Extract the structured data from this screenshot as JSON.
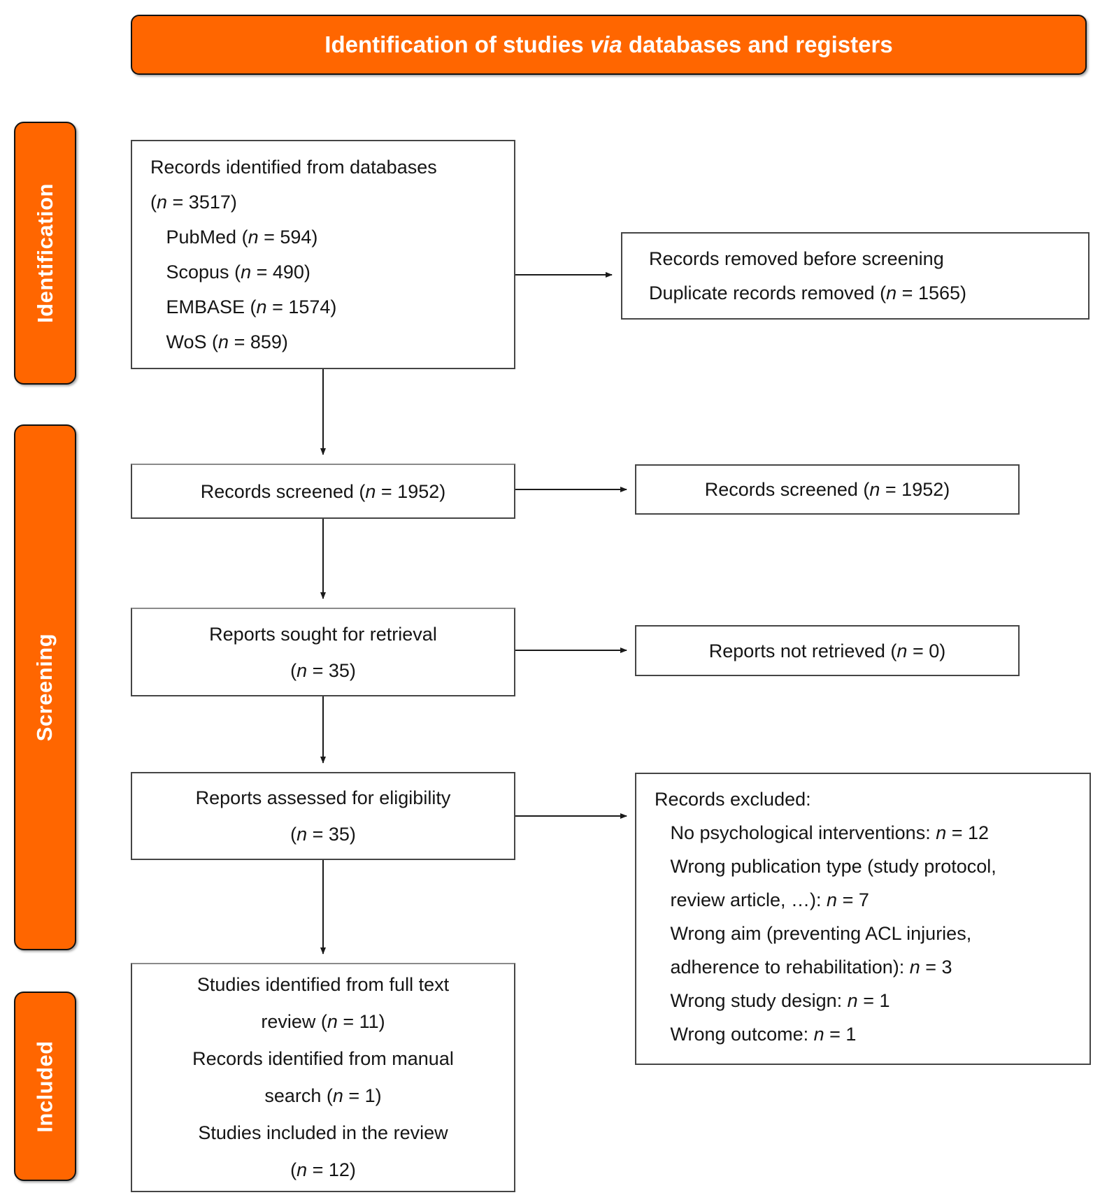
{
  "header": {
    "title": "Identification of studies via databases and registers"
  },
  "stages": [
    {
      "label": "Identification"
    },
    {
      "label": "Screening"
    },
    {
      "label": "Included"
    }
  ],
  "boxes": {
    "identified": {
      "lines": [
        "Records identified from databases",
        "(n = 3517)",
        "   PubMed (n = 594)",
        "   Scopus (n = 490)",
        "   EMBASE (n = 1574)",
        "   WoS (n = 859)"
      ]
    },
    "removed": {
      "lines": [
        "Records removed before screening",
        "Duplicate records removed (n = 1565)"
      ]
    },
    "screened_left": {
      "lines": [
        "Records screened (n = 1952)"
      ]
    },
    "screened_right": {
      "lines": [
        "Records screened (n = 1952)"
      ]
    },
    "sought": {
      "lines": [
        "Reports sought for retrieval",
        "(n = 35)"
      ]
    },
    "not_retrieved": {
      "lines": [
        "Reports not retrieved (n = 0)"
      ]
    },
    "assessed": {
      "lines": [
        "Reports assessed for eligibility",
        "(n = 35)"
      ]
    },
    "excluded": {
      "lines": [
        "Records excluded:",
        "   No psychological interventions: n = 12",
        "   Wrong publication type (study protocol,",
        "   review article, …): n = 7",
        "   Wrong aim (preventing ACL injuries,",
        "   adherence to rehabilitation): n = 3",
        "   Wrong study design: n = 1",
        "   Wrong outcome: n = 1"
      ]
    },
    "included_final": {
      "lines": [
        "Studies identified from full text",
        "review (n = 11)",
        "Records identified from manual",
        "search (n = 1)",
        "Studies included in the review",
        "(n = 12)"
      ]
    }
  },
  "colors": {
    "accent_orange": "#FF6600",
    "box_border": "#454545",
    "text": "#151515"
  }
}
